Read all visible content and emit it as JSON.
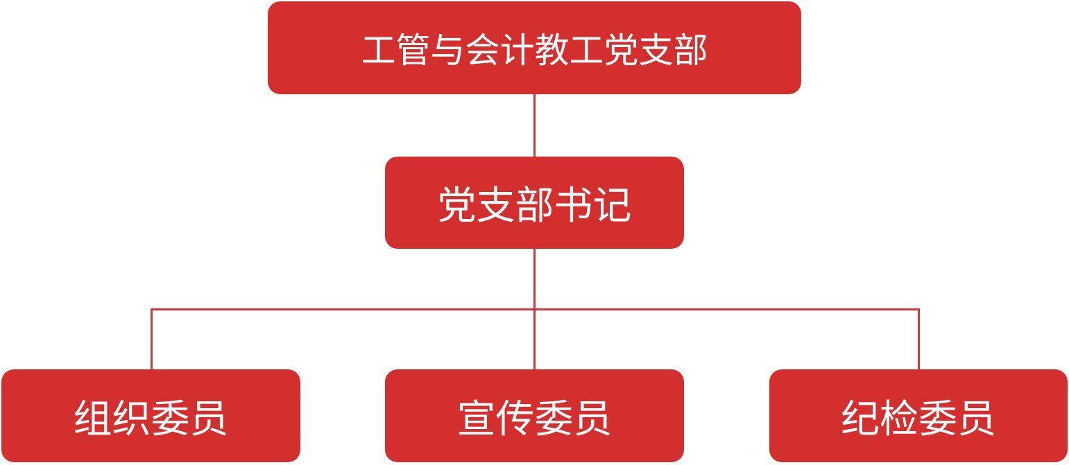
{
  "root": {
    "label": "工管与会计教工党支部"
  },
  "secretary": {
    "label": "党支部书记"
  },
  "members": [
    {
      "label": "组织委员"
    },
    {
      "label": "宣传委员"
    },
    {
      "label": "纪检委员"
    }
  ],
  "colors": {
    "box": "#d32f2f",
    "line": "#d6383a",
    "text": "#ffffff"
  }
}
